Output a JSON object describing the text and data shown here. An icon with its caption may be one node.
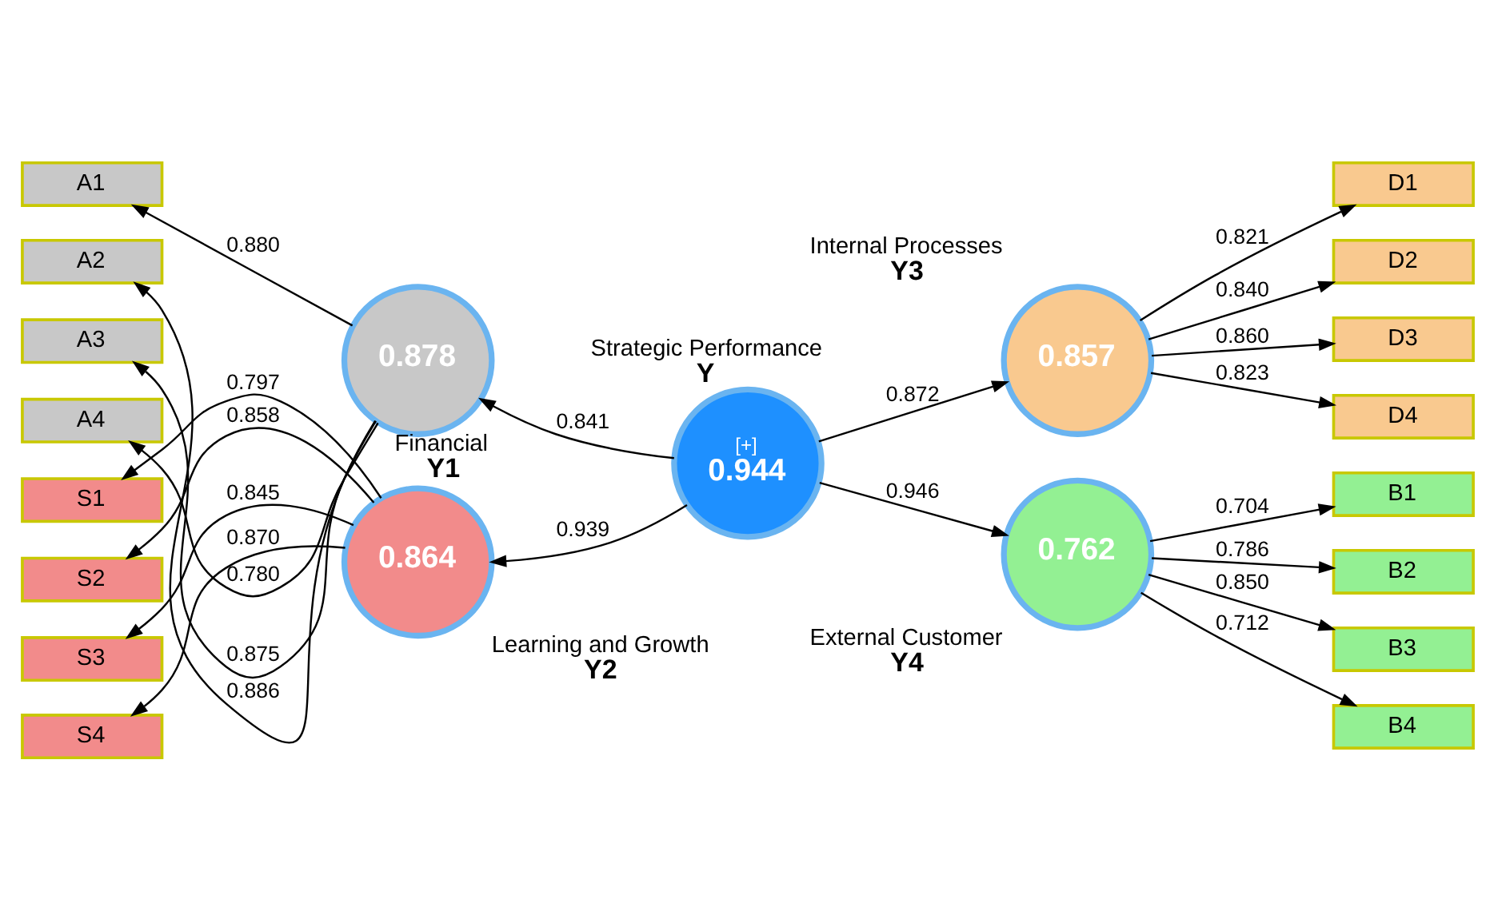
{
  "diagram": {
    "nodes": [
      {
        "text": [
          "A1"
        ]
      },
      {
        "text": [
          "A2"
        ]
      },
      {
        "text": [
          "A3"
        ]
      },
      {
        "text": [
          "A4"
        ]
      },
      {
        "text": [
          "0.878"
        ],
        "beside": [
          "Financial",
          "Y1"
        ]
      },
      {
        "text": [
          "0.857"
        ],
        "beside": [
          "Internal Processes",
          "Y3"
        ]
      },
      {
        "text": [
          "D1"
        ]
      },
      {
        "text": [
          "D2"
        ]
      },
      {
        "text": [
          "D3"
        ]
      },
      {
        "text": [
          "D4"
        ]
      },
      {
        "text": [
          "[+]",
          "0.944"
        ],
        "beside": [
          "Strategic Performance",
          "Y"
        ]
      },
      {
        "text": [
          "S1"
        ]
      },
      {
        "text": [
          "S2"
        ]
      },
      {
        "text": [
          "S3"
        ]
      },
      {
        "text": [
          "S4"
        ]
      },
      {
        "text": [
          "0.864"
        ],
        "beside": [
          "Learning and Growth",
          "Y2"
        ]
      },
      {
        "text": [
          "0.762"
        ],
        "beside": [
          "External Customer",
          "Y4"
        ]
      },
      {
        "text": [
          "B1"
        ]
      },
      {
        "text": [
          "B2"
        ]
      },
      {
        "text": [
          "B3"
        ]
      },
      {
        "text": [
          "B4"
        ]
      }
    ],
    "edges": [
      {
        "from": 4,
        "to": 0,
        "arrow": "to",
        "label": "0.880"
      },
      {
        "from": 4,
        "to": 1,
        "arrow": "to",
        "label": "0.886"
      },
      {
        "from": 4,
        "to": 2,
        "arrow": "to",
        "label": "0.875"
      },
      {
        "from": 4,
        "to": 3,
        "arrow": "to",
        "label": "0.780"
      },
      {
        "from": 5,
        "to": 6,
        "arrow": "to",
        "label": "0.821"
      },
      {
        "from": 5,
        "to": 7,
        "arrow": "to",
        "label": "0.840"
      },
      {
        "from": 5,
        "to": 8,
        "arrow": "to",
        "label": "0.860"
      },
      {
        "from": 5,
        "to": 9,
        "arrow": "to",
        "label": "0.823"
      },
      {
        "from": 10,
        "to": 4,
        "arrow": "to",
        "label": "0.841"
      },
      {
        "from": 10,
        "to": 5,
        "arrow": "to",
        "label": "0.872"
      },
      {
        "from": 10,
        "to": 15,
        "arrow": "to",
        "label": "0.939"
      },
      {
        "from": 10,
        "to": 16,
        "arrow": "to",
        "label": "0.946"
      },
      {
        "from": 15,
        "to": 11,
        "arrow": "to",
        "label": "0.797"
      },
      {
        "from": 15,
        "to": 12,
        "arrow": "to",
        "label": "0.858"
      },
      {
        "from": 15,
        "to": 13,
        "arrow": "to",
        "label": "0.845"
      },
      {
        "from": 15,
        "to": 14,
        "arrow": "to",
        "label": "0.870"
      },
      {
        "from": 16,
        "to": 17,
        "arrow": "to",
        "label": "0.704"
      },
      {
        "from": 16,
        "to": 18,
        "arrow": "to",
        "label": "0.786"
      },
      {
        "from": 16,
        "to": 19,
        "arrow": "to",
        "label": "0.850"
      },
      {
        "from": 16,
        "to": 20,
        "arrow": "to",
        "label": "0.712"
      }
    ]
  }
}
